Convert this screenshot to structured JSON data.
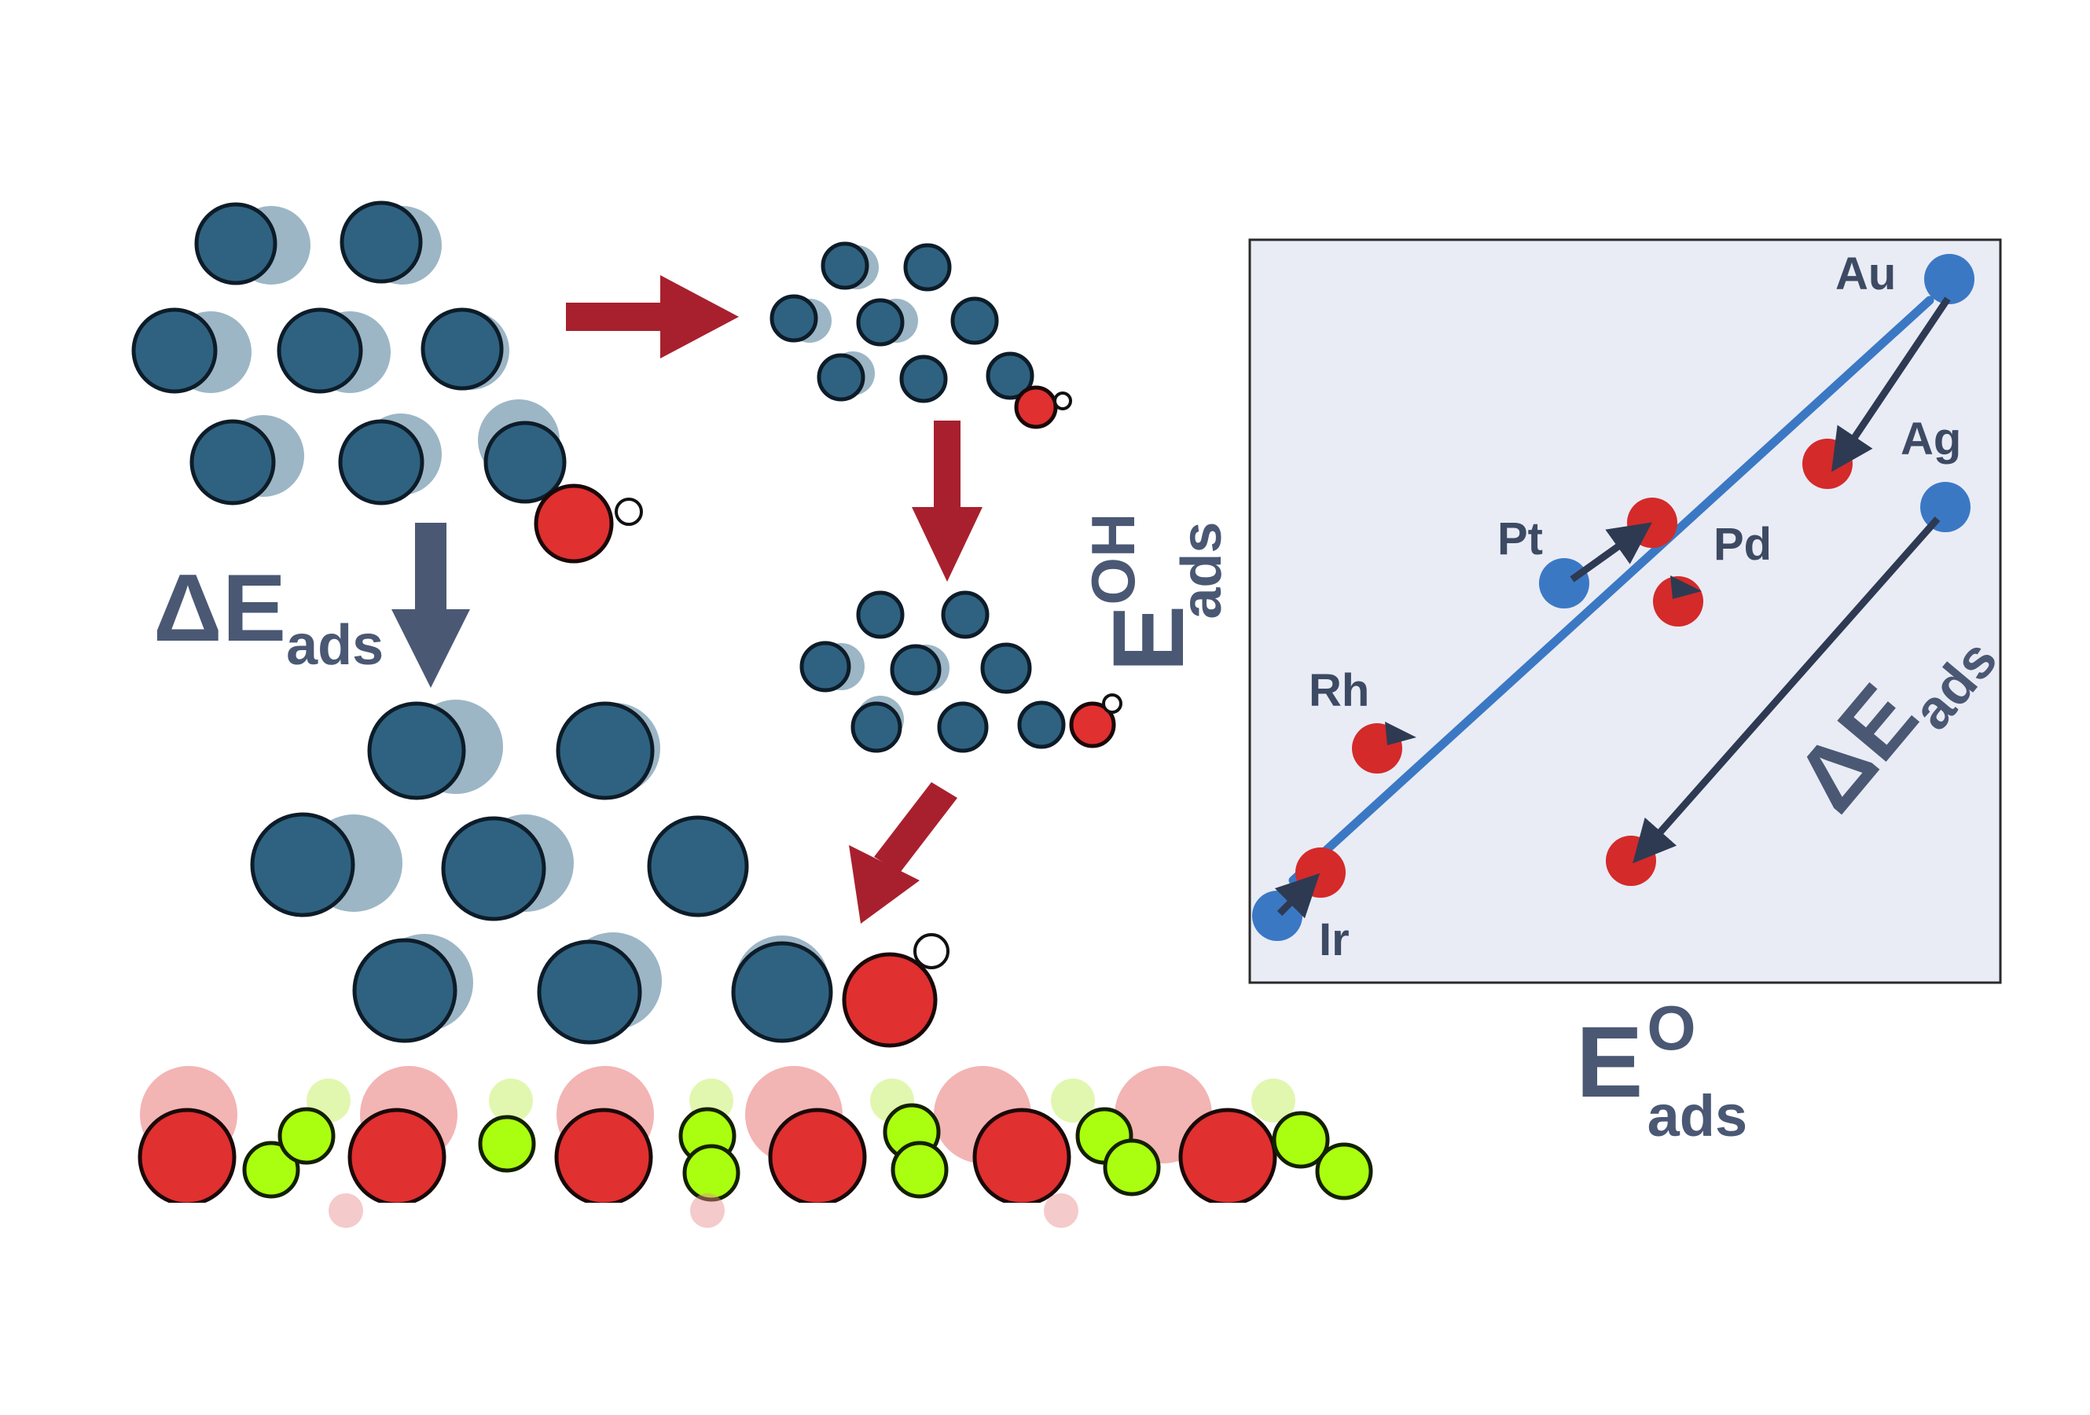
{
  "colors": {
    "surface_atom": "#2f6280",
    "oxygen_atom": "#e03030",
    "substrate_atom": "#aaff10",
    "process_arrow": "#a8202e",
    "delta_arrow": "#4a5874",
    "plot_background": "#e9ecf5",
    "scaling_line": "#3b78c4",
    "metal_marker_blue": "#3b78c4",
    "metal_marker_red": "#d42a2a",
    "shift_arrow": "#2e3a52"
  },
  "left_panel": {
    "delta_label": {
      "symbol": "ΔE",
      "subscript": "ads"
    }
  },
  "scaling_plot": {
    "y_axis_label": {
      "main": "E",
      "superscript": "OH",
      "subscript": "ads"
    },
    "x_axis_label": {
      "main": "E",
      "superscript": "O",
      "subscript": "ads"
    },
    "delta_label": {
      "symbol": "ΔE",
      "subscript": "ads"
    },
    "metals": [
      {
        "name": "Au",
        "shift_direction": "down-left"
      },
      {
        "name": "Ag",
        "shift_direction": "down-left"
      },
      {
        "name": "Pt",
        "shift_direction": "up-right"
      },
      {
        "name": "Pd",
        "shift_direction": "small"
      },
      {
        "name": "Rh",
        "shift_direction": "small"
      },
      {
        "name": "Ir",
        "shift_direction": "up-right"
      }
    ]
  }
}
